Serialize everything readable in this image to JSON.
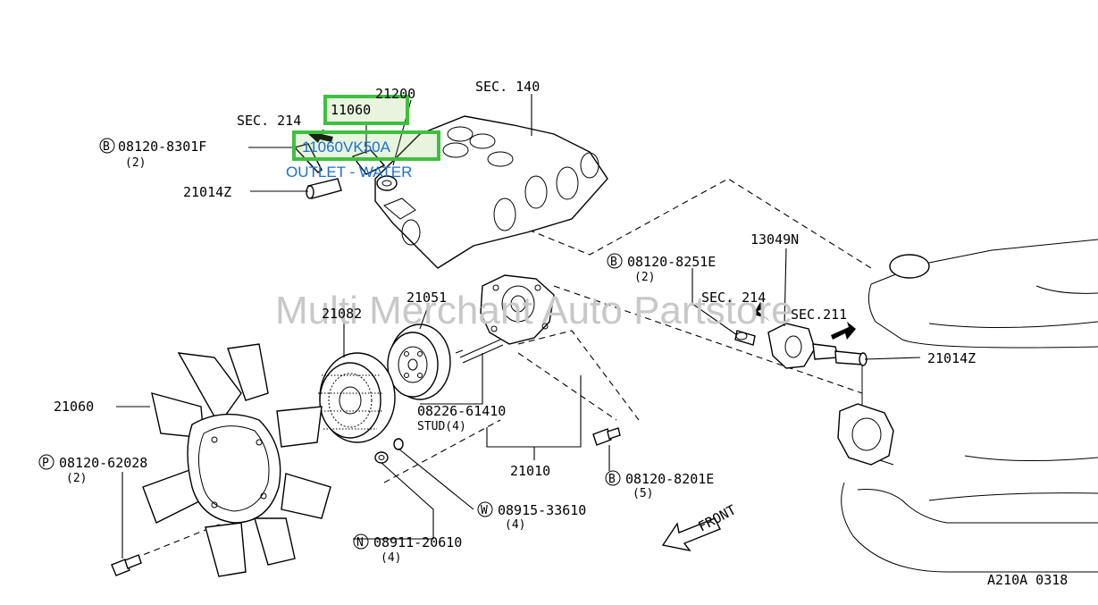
{
  "diagram": {
    "watermark": "Multi Merchant Auto Partstore",
    "figure_code": "A210A 0318",
    "highlight_11060": "11060",
    "highlight_part": "11060VK50A",
    "highlight_desc": "OUTLET - WATER",
    "callouts": {
      "c21200": "21200",
      "sec140": "SEC. 140",
      "sec214_top": "SEC. 214",
      "bolt_b1_num": "08120-8301F",
      "bolt_b1_qty": "(2)",
      "c21014z_top": "21014Z",
      "c13049n": "13049N",
      "bolt_b2_num": "08120-8251E",
      "bolt_b2_qty": "(2)",
      "sec214_right": "SEC. 214",
      "sec211": "SEC.211",
      "c21014z_right": "21014Z",
      "c21051": "21051",
      "c21082": "21082",
      "c21060": "21060",
      "stud_num": "08226-61410",
      "stud_desc": "STUD(4)",
      "c21010": "21010",
      "bolt_b3_num": "08120-8201E",
      "bolt_b3_qty": "(5)",
      "bolt_p_num": "08120-62028",
      "bolt_p_qty": "(2)",
      "washer_w_num": "08915-33610",
      "washer_w_qty": "(4)",
      "nut_n_num": "08911-20610",
      "nut_n_qty": "(4)",
      "front": "FRONT"
    },
    "markers": {
      "b": "B",
      "p": "P",
      "w": "W",
      "n": "N"
    }
  }
}
